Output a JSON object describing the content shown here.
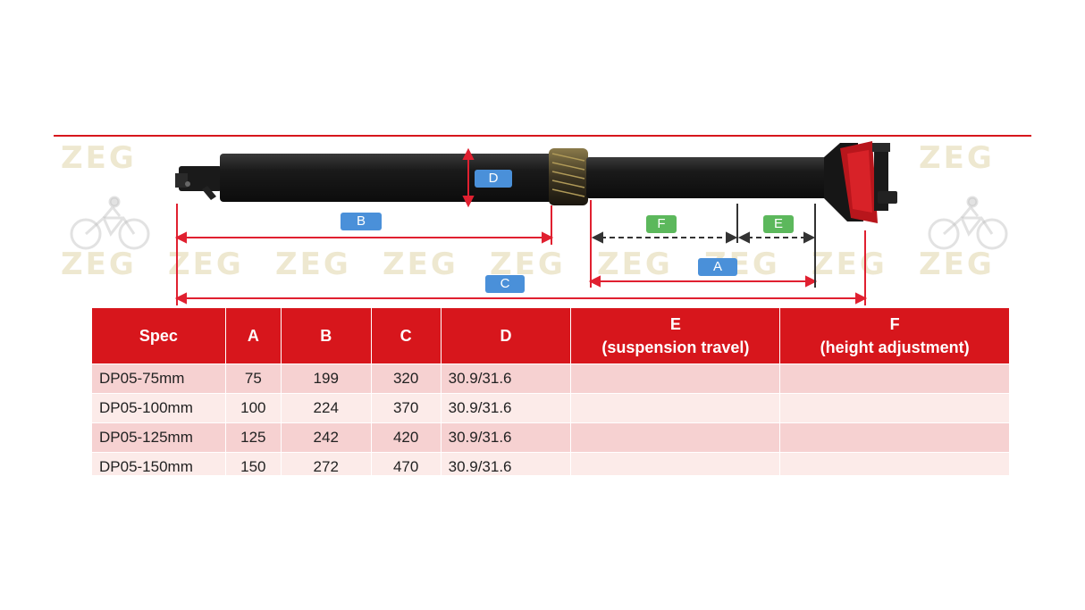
{
  "watermark": {
    "text": "ZEG"
  },
  "dimensions": {
    "A": "A",
    "B": "B",
    "C": "C",
    "D": "D",
    "E": "E",
    "F": "F"
  },
  "table": {
    "headers": [
      [
        "Spec"
      ],
      [
        "A"
      ],
      [
        "B"
      ],
      [
        "C"
      ],
      [
        "D"
      ],
      [
        "E",
        "(suspension travel)"
      ],
      [
        "F",
        "(height adjustment)"
      ]
    ],
    "rows": [
      [
        "DP05-75mm",
        "75",
        "199",
        "320",
        "30.9/31.6",
        "",
        ""
      ],
      [
        "DP05-100mm",
        "100",
        "224",
        "370",
        "30.9/31.6",
        "",
        ""
      ],
      [
        "DP05-125mm",
        "125",
        "242",
        "420",
        "30.9/31.6",
        "",
        ""
      ],
      [
        "DP05-150mm",
        "150",
        "272",
        "470",
        "30.9/31.6",
        "",
        ""
      ]
    ]
  },
  "colors": {
    "accent_red": "#d7161c",
    "label_blue": "#4a90d9",
    "label_green": "#5cb85c",
    "post_black": "#1e1e1e"
  }
}
